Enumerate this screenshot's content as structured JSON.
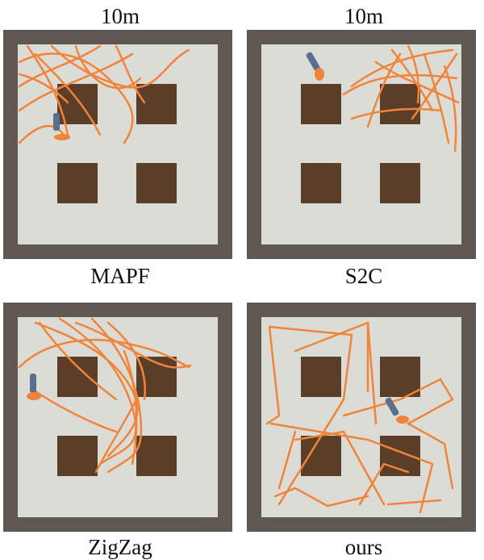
{
  "scale_labels": [
    "10m",
    "10m"
  ],
  "panels": [
    {
      "method": "MAPF"
    },
    {
      "method": "S2C"
    },
    {
      "method": "ZigZag"
    },
    {
      "method": "ours"
    }
  ],
  "colors": {
    "wall": "#5e5850",
    "floor": "#dcdcd7",
    "obstacle": "#5a3e28",
    "trajectory": "#f0843a",
    "robot": "#5b6f8c"
  }
}
